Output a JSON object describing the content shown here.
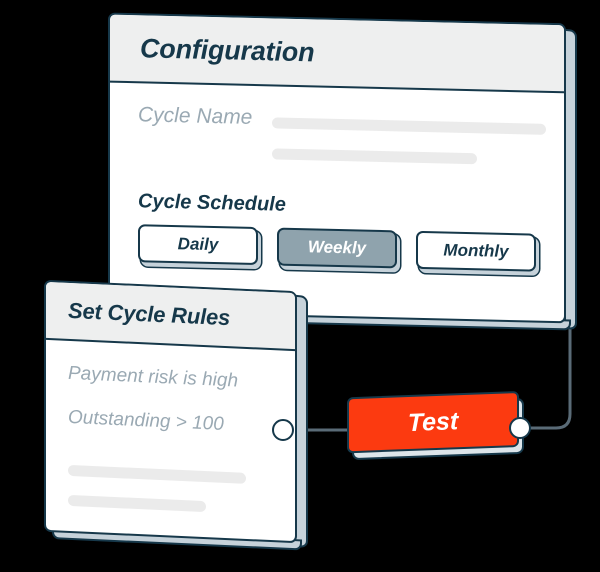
{
  "canvas": {
    "background": "#000000",
    "accent_red": "#fc3a10",
    "ink": "#16384a",
    "muted_text": "#9aa9b3",
    "header_fill": "#eeefef",
    "side_face": "#c6d2da",
    "active_fill": "#8fa3ad",
    "skeleton": "#ebebeb"
  },
  "config_card": {
    "title": "Configuration",
    "name_field": {
      "label": "Cycle Name",
      "placeholder": "",
      "value": ""
    },
    "schedule": {
      "label": "Cycle Schedule",
      "options": [
        {
          "label": "Daily",
          "selected": false
        },
        {
          "label": "Weekly",
          "selected": true
        },
        {
          "label": "Monthly",
          "selected": false
        }
      ],
      "selected_value": "Weekly"
    }
  },
  "rules_card": {
    "title": "Set Cycle Rules",
    "rules": [
      "Payment risk is high",
      "Outstanding > 100"
    ]
  },
  "test_node": {
    "label": "Test",
    "color": "#fc3a10"
  },
  "ports": [
    {
      "name": "input-port",
      "connected": true
    },
    {
      "name": "output-port",
      "connected": true
    }
  ]
}
